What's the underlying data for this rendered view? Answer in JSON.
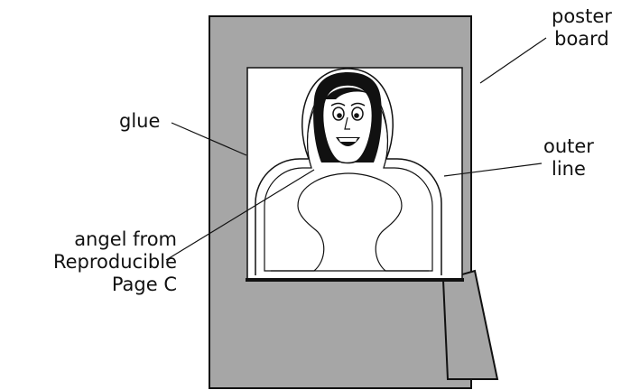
{
  "labels": {
    "poster_board": [
      "poster",
      "board"
    ],
    "glue": "glue",
    "outer_line": [
      "outer",
      "line"
    ],
    "angel": [
      "angel from",
      "Reproducible",
      "Page C"
    ]
  },
  "colors": {
    "poster_board": "#a6a6a6",
    "outline": "#111111",
    "paper": "#ffffff"
  }
}
